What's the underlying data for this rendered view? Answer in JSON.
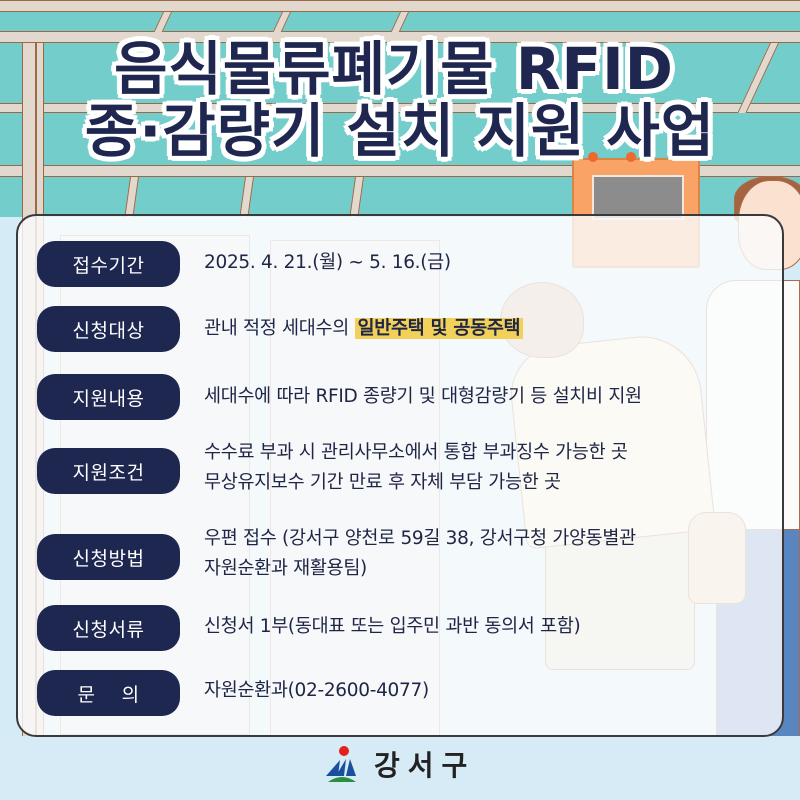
{
  "title": {
    "line1": "음식물류폐기물 RFID",
    "line2": "종·감량기 설치 지원 사업",
    "text_color": "#1f2750",
    "outline_color": "#ffffff"
  },
  "colors": {
    "pill_bg": "#1e2750",
    "pill_text": "#ffffff",
    "content_text": "#1f2546",
    "highlight": "#f2d15a",
    "roof_teal": "#72cdcb",
    "roof_beige": "#e3d8cd"
  },
  "info_rows": [
    {
      "label": "접수기간",
      "lines": [
        "2025. 4. 21.(월) ~ 5. 16.(금)"
      ]
    },
    {
      "label": "신청대상",
      "prefix": "관내 적정 세대수의 ",
      "highlight": "일반주택 및 공동주택"
    },
    {
      "label": "지원내용",
      "lines": [
        "세대수에 따라 RFID 종량기 및 대형감량기 등 설치비 지원"
      ]
    },
    {
      "label": "지원조건",
      "lines": [
        "수수료 부과 시 관리사무소에서 통합 부과징수 가능한 곳",
        "무상유지보수 기간 만료 후 자체 부담 가능한 곳"
      ]
    },
    {
      "label": "신청방법",
      "lines": [
        "우편 접수 (강서구 양천로 59길 38, 강서구청 가양동별관",
        "자원순환과 재활용팀)"
      ]
    },
    {
      "label": "신청서류",
      "lines": [
        "신청서 1부(동대표 또는 입주민 과반 동의서 포함)"
      ]
    },
    {
      "label": "문    의",
      "lines": [
        "자원순환과(02-2600-4077)"
      ]
    }
  ],
  "footer": {
    "logo_text": "강서구",
    "logo_icon": "gangseo-district-emblem-icon"
  },
  "illustration": {
    "scene": "apartment waste collection area with RFID food-waste bins, woman tagging card, man carrying bag"
  }
}
